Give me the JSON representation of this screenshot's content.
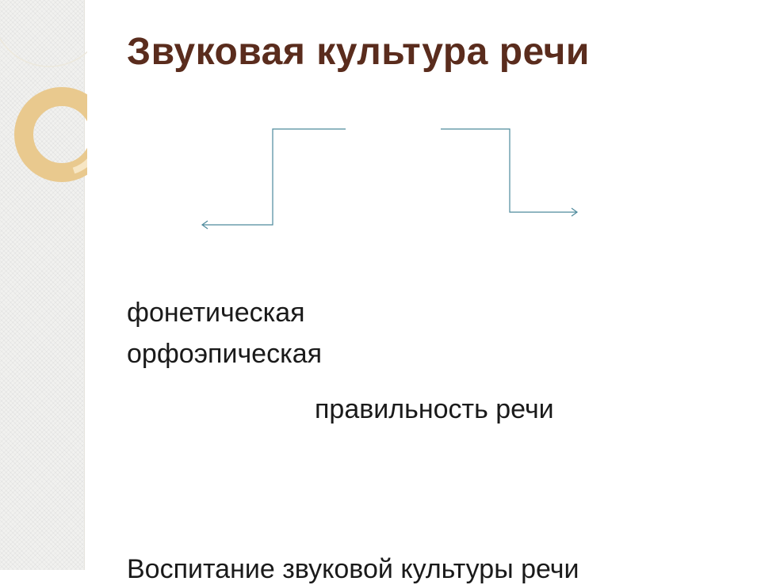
{
  "slide": {
    "title": "Звуковая культура речи",
    "lines": [
      "фонетическая",
      "орфоэпическая",
      "правильность речи",
      "Воспитание звуковой культуры речи"
    ]
  },
  "colors": {
    "title": "#5a2c1d",
    "text": "#1a1a1a",
    "connector": "#4e8a9c",
    "decor_ring": "#e9c98e",
    "decor_ring_highlight": "#f7e6c4",
    "sidebar": "#f1f1ef"
  }
}
